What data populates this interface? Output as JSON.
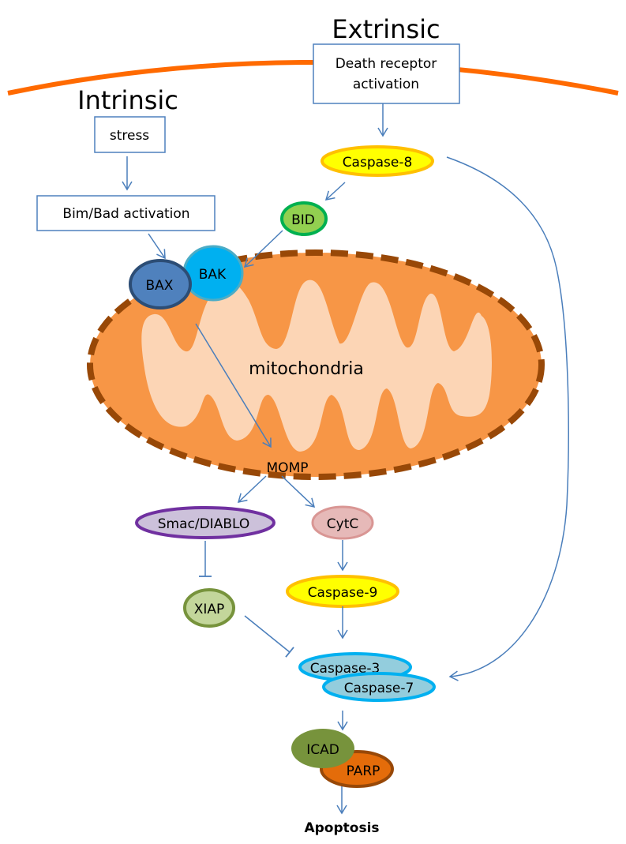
{
  "title_intrinsic": "Intrinsic",
  "title_extrinsic": "Extrinsic",
  "boxes": {
    "stress": "stress",
    "bim_bad": "Bim/Bad activation",
    "death_receptor_line1": "Death receptor",
    "death_receptor_line2": "activation"
  },
  "nodes": {
    "caspase8": "Caspase-8",
    "bid": "BID",
    "bak": "BAK",
    "bax": "BAX",
    "mitochondria": "mitochondria",
    "momp": "MOMP",
    "smac": "Smac/DIABLO",
    "cytc": "CytC",
    "xiap": "XIAP",
    "caspase9": "Caspase-9",
    "caspase3": "Caspase-3",
    "caspase7": "Caspase-7",
    "icad": "ICAD",
    "parp": "PARP",
    "apoptosis": "Apoptosis"
  },
  "colors": {
    "membrane": "#FF6A00",
    "arrow": "#4A7EBB",
    "mito_fill": "#F79646",
    "mito_inner": "#FCD5B5",
    "mito_border": "#984807",
    "caspase_yellow": "#FFFF00",
    "caspase_yellow_border": "#FFC000",
    "bid_fill": "#92D050",
    "bid_border": "#00B050",
    "bak_fill": "#00B0F0",
    "bax_fill": "#4F81BD",
    "bax_border": "#2C4D75",
    "smac_fill": "#CCC1DA",
    "smac_border": "#7030A0",
    "cytc_fill": "#E6B9B8",
    "cytc_border": "#D99694",
    "xiap_fill": "#C3D69B",
    "xiap_border": "#77933C",
    "casp37_fill": "#93CDDD",
    "casp37_border": "#00B0F0",
    "icad_fill": "#77933C",
    "parp_fill": "#E46C0A",
    "parp_border": "#984807"
  }
}
